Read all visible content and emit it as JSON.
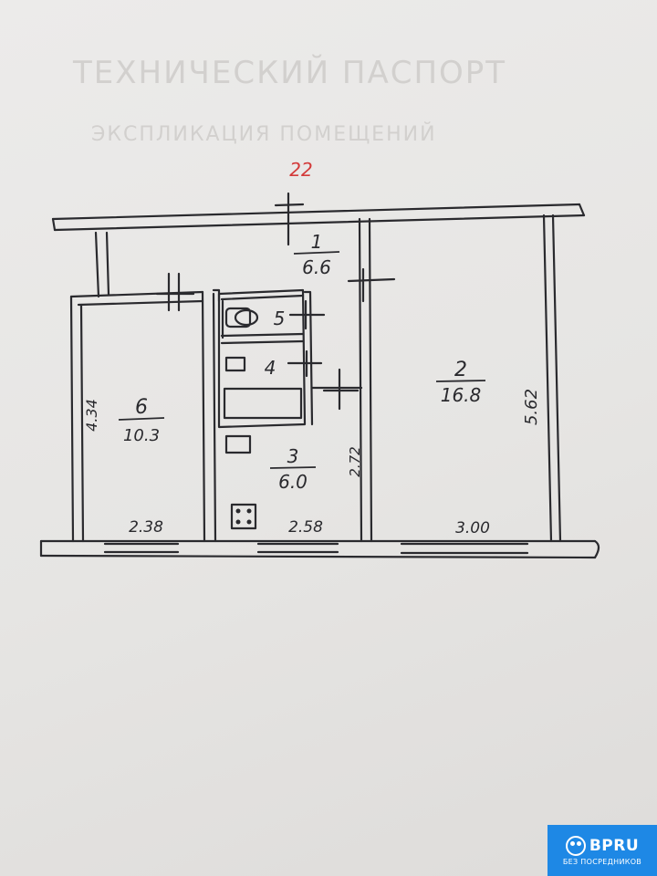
{
  "header_faded": {
    "line1": "ТЕХНИЧЕСКИЙ ПАСПОРТ",
    "line2": "ЭКСПЛИКАЦИЯ ПОМЕЩЕНИЙ"
  },
  "plan": {
    "building_number": "22",
    "rooms": [
      {
        "num": "1",
        "area": "6.6"
      },
      {
        "num": "2",
        "area": "16.8"
      },
      {
        "num": "3",
        "area": "6.0"
      },
      {
        "num": "4",
        "area": ""
      },
      {
        "num": "5",
        "area": ""
      },
      {
        "num": "6",
        "area": "10.3"
      }
    ],
    "dimensions": {
      "room6_height": "4.34",
      "room6_width": "2.38",
      "room3_width": "2.58",
      "room3_height": "2.72",
      "room2_width": "3.00",
      "room2_height": "5.62"
    }
  },
  "colors": {
    "ink": "#2a2a2e",
    "red_ink": "#d33a3a",
    "paper": "#e9e8e6",
    "logo_bg": "#1e88e5"
  },
  "logo": {
    "text": "BPRU",
    "subtitle": "БЕЗ ПОСРЕДНИКОВ"
  }
}
